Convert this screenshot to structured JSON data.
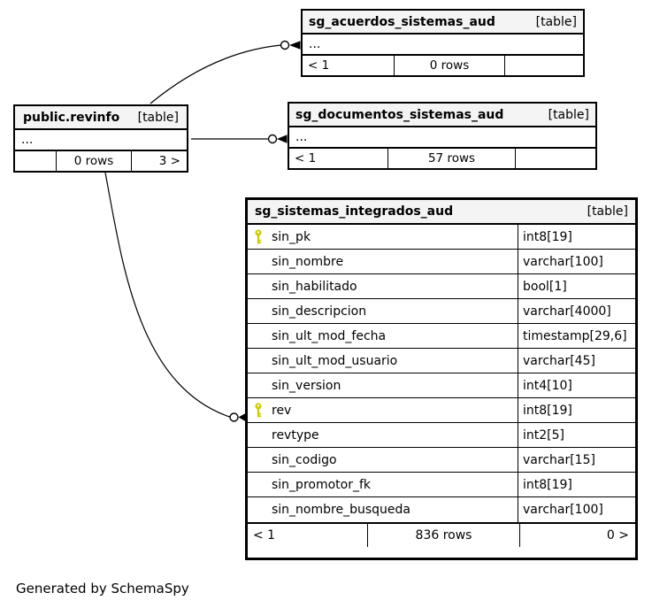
{
  "page": {
    "footer_note": "Generated by SchemaSpy"
  },
  "colors": {
    "header_bg": "#f4f4f4",
    "key": "#cccc00",
    "border": "#000000",
    "background": "#ffffff"
  },
  "tables": {
    "acuerdos": {
      "name": "sg_acuerdos_sistemas_aud",
      "badge": "[table]",
      "body": "...",
      "footer": {
        "left": "< 1",
        "center": "0 rows",
        "right": ""
      }
    },
    "revinfo": {
      "name": "public.revinfo",
      "badge": "[table]",
      "body": "...",
      "footer": {
        "left": "",
        "center": "0 rows",
        "right": "3 >"
      }
    },
    "documentos": {
      "name": "sg_documentos_sistemas_aud",
      "badge": "[table]",
      "body": "...",
      "footer": {
        "left": "< 1",
        "center": "57 rows",
        "right": ""
      }
    },
    "integrados": {
      "name": "sg_sistemas_integrados_aud",
      "badge": "[table]",
      "columns": [
        {
          "name": "sin_pk",
          "type": "int8[19]",
          "pk": true
        },
        {
          "name": "sin_nombre",
          "type": "varchar[100]",
          "pk": false
        },
        {
          "name": "sin_habilitado",
          "type": "bool[1]",
          "pk": false
        },
        {
          "name": "sin_descripcion",
          "type": "varchar[4000]",
          "pk": false
        },
        {
          "name": "sin_ult_mod_fecha",
          "type": "timestamp[29,6]",
          "pk": false
        },
        {
          "name": "sin_ult_mod_usuario",
          "type": "varchar[45]",
          "pk": false
        },
        {
          "name": "sin_version",
          "type": "int4[10]",
          "pk": false
        },
        {
          "name": "rev",
          "type": "int8[19]",
          "pk": true
        },
        {
          "name": "revtype",
          "type": "int2[5]",
          "pk": false
        },
        {
          "name": "sin_codigo",
          "type": "varchar[15]",
          "pk": false
        },
        {
          "name": "sin_promotor_fk",
          "type": "int8[19]",
          "pk": false
        },
        {
          "name": "sin_nombre_busqueda",
          "type": "varchar[100]",
          "pk": false
        }
      ],
      "footer": {
        "left": "< 1",
        "center": "836 rows",
        "right": "0 >"
      }
    }
  }
}
